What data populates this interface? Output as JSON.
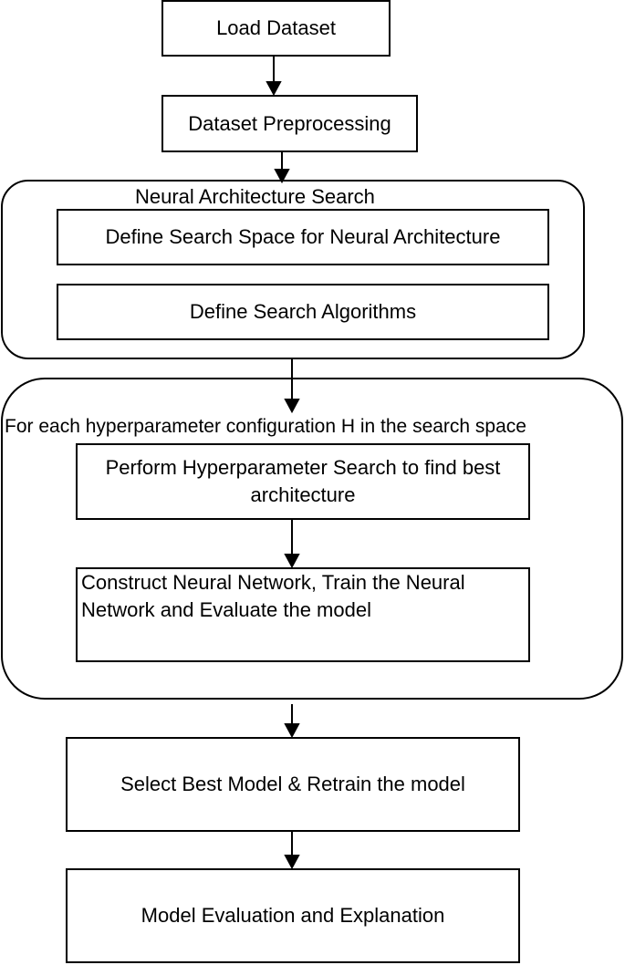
{
  "steps": {
    "load_dataset": "Load Dataset",
    "preprocessing": "Dataset Preprocessing",
    "select_best": "Select Best Model & Retrain the model",
    "evaluation": "Model Evaluation and Explanation"
  },
  "nas_group": {
    "title": "Neural Architecture  Search",
    "define_space": "Define Search Space for Neural Architecture",
    "define_algorithms": "Define Search Algorithms"
  },
  "hp_group": {
    "title": "For each hyperparameter configuration H in the search space",
    "hp_search_line1": "Perform Hyperparameter Search to find best",
    "hp_search_line2": "architecture",
    "construct_line1": "Construct Neural Network, Train the Neural",
    "construct_line2": "Network and Evaluate the model"
  }
}
